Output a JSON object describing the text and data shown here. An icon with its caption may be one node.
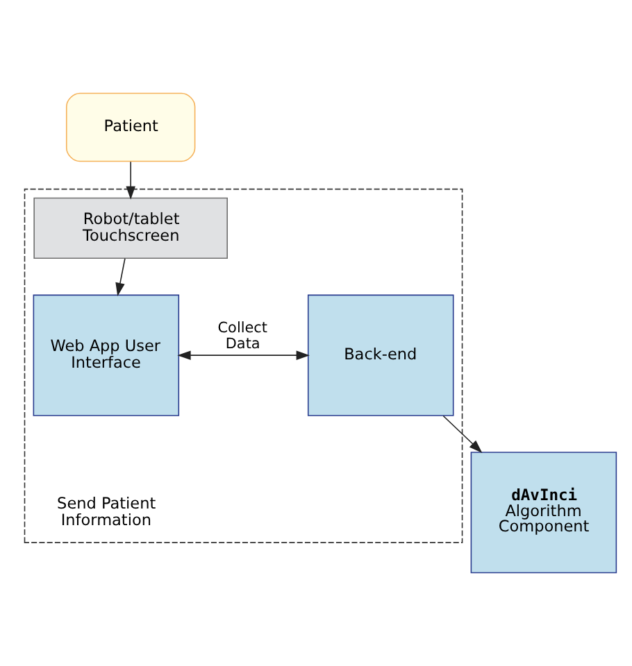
{
  "diagram": {
    "nodes": [
      {
        "text": [
          "Patient"
        ]
      },
      {
        "text": [],
        "shape": "box"
      },
      {
        "text": [
          "Robot/tablet Touchscreen"
        ],
        "in": 1
      },
      {
        "text": [
          "Web App User Interface"
        ],
        "in": 1
      },
      {
        "text": [
          "Back-end"
        ],
        "in": 1
      },
      {
        "text": [
          "dAvInci",
          "Algorithm Component"
        ]
      }
    ],
    "edges": [
      {
        "from": 0,
        "to": 2,
        "arrow": "to"
      },
      {
        "from": 2,
        "to": 3,
        "arrow": "to"
      },
      {
        "from": 3,
        "to": 4,
        "arrow": "both",
        "label": "Collect Data"
      },
      {
        "from": 4,
        "to": 5,
        "arrow": "to"
      }
    ],
    "labels": [
      "Send Patient Information"
    ]
  }
}
